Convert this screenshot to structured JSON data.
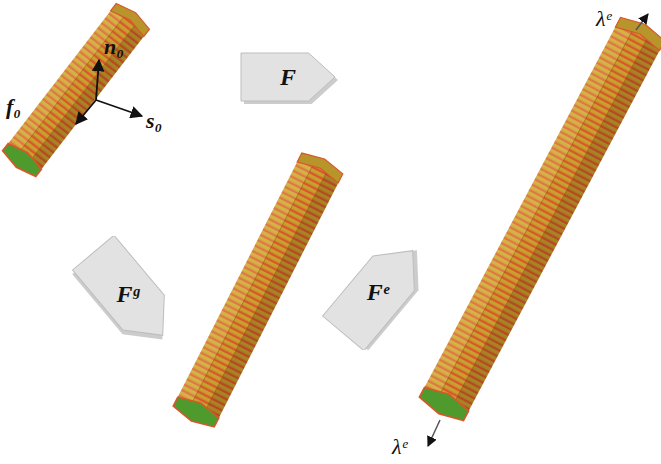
{
  "diagram": {
    "nodes": [
      {
        "text": [
          "F"
        ]
      },
      {
        "text": [
          "Fᵍ"
        ]
      },
      {
        "text": [
          "Fᵉ"
        ]
      }
    ],
    "labels": [
      "n₀",
      "f₀",
      "s₀",
      "λᵉ",
      "λᵉ"
    ]
  }
}
